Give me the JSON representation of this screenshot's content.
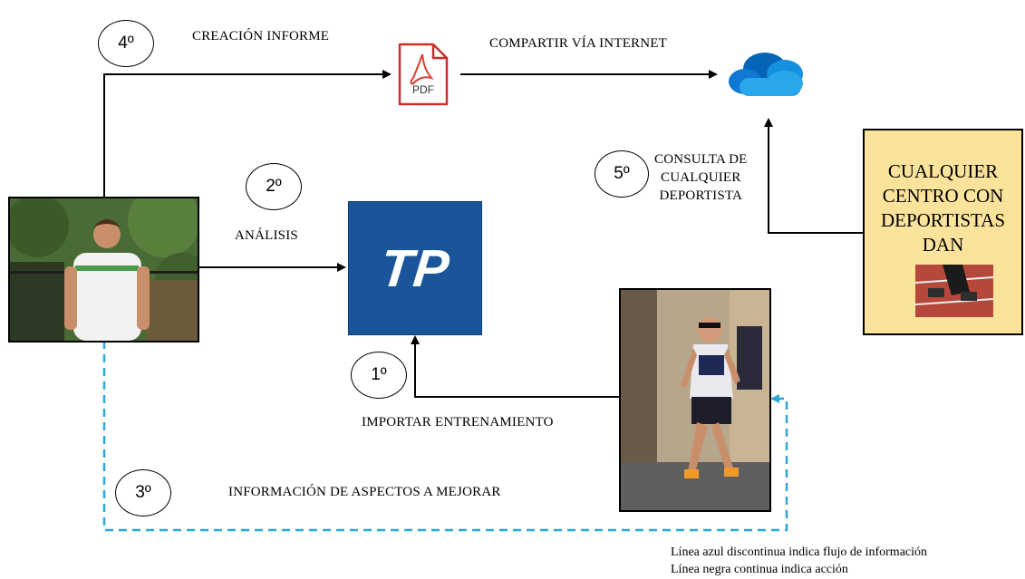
{
  "steps": {
    "step1": "1º",
    "step2": "2º",
    "step3": "3º",
    "step4": "4º",
    "step5": "5º"
  },
  "labels": {
    "creacion_informe": "CREACIÓN INFORME",
    "compartir": "COMPARTIR VÍA INTERNET",
    "analisis": "ANÁLISIS",
    "consulta_line1": "CONSULTA DE",
    "consulta_line2": "CUALQUIER",
    "consulta_line3": "DEPORTISTA",
    "importar": "IMPORTAR ENTRENAMIENTO",
    "informacion": "INFORMACIÓN DE ASPECTOS A MEJORAR"
  },
  "pdf_icon": {
    "text": "PDF",
    "icon": "pdf-file-icon",
    "color": "#e03c31"
  },
  "cloud_icon": {
    "icon": "onedrive-cloud-icon",
    "colors": [
      "#0f78d4",
      "#28a8ea",
      "#0364b8"
    ]
  },
  "trainingpeaks_logo": {
    "text": "TP",
    "color": "#1a5599"
  },
  "center_box": {
    "line1": "CUALQUIER",
    "line2": "CENTRO CON",
    "line3": "DEPORTISTAS",
    "line4": "DAN",
    "color": "#fbe39b"
  },
  "legend": {
    "line1": "Línea azul discontinua indica flujo de información",
    "line2": "Línea negra continua indica acción"
  },
  "colors": {
    "info_line": "#2aa8d8",
    "action_line": "#000000"
  }
}
